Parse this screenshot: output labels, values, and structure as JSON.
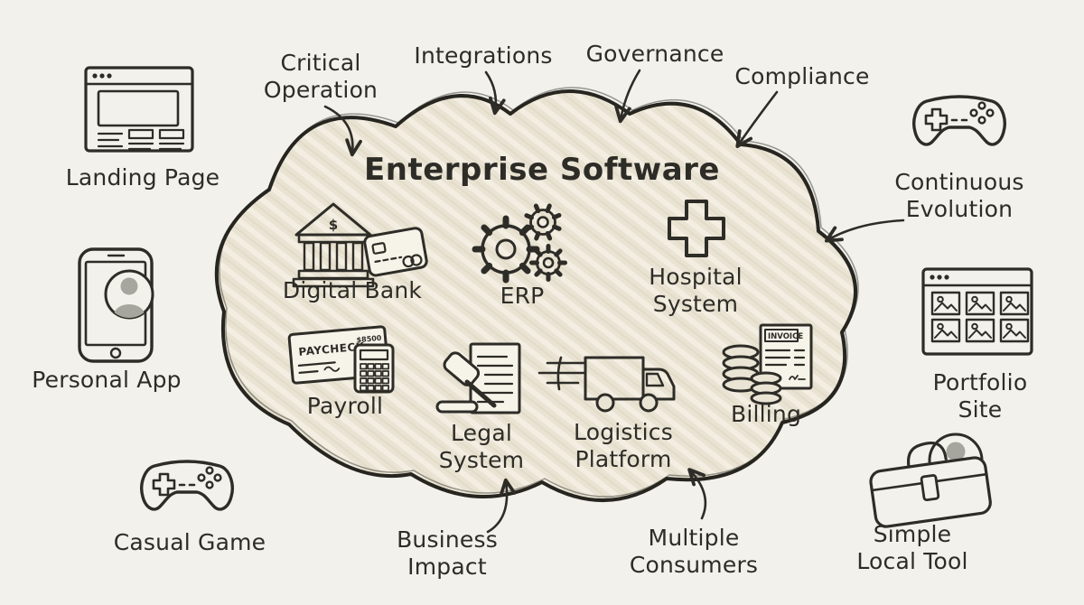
{
  "colors": {
    "background": "#f2f1ec",
    "cloud_fill": "#e9e3d3",
    "cloud_hatch_light": "#f3eee1",
    "ink": "#2d2c27",
    "avatar_gray": "#a6a59e",
    "paper": "#f6f3e9"
  },
  "cloud": {
    "title": "Enterprise Software"
  },
  "cloud_items": {
    "digital_bank": {
      "label": "Digital Bank",
      "icon": "bank-and-credit-card"
    },
    "erp": {
      "label": "ERP",
      "icon": "gears"
    },
    "hospital_system": {
      "label": "Hospital\nSystem",
      "icon": "medical-cross"
    },
    "payroll": {
      "label": "Payroll",
      "icon": "paycheck-and-calculator"
    },
    "legal_system": {
      "label": "Legal\nSystem",
      "icon": "gavel-and-document"
    },
    "logistics_platform": {
      "label": "Logistics\nPlatform",
      "icon": "delivery-truck"
    },
    "billing": {
      "label": "Billing",
      "icon": "coins-and-invoice"
    }
  },
  "annotations": {
    "critical_operation": "Critical\nOperation",
    "integrations": "Integrations",
    "governance": "Governance",
    "compliance": "Compliance",
    "continuous_evolution": "Continuous\nEvolution",
    "business_impact": "Business\nImpact",
    "multiple_consumers": "Multiple\nConsumers"
  },
  "peripherals": {
    "landing_page": {
      "label": "Landing Page",
      "icon": "browser-window"
    },
    "personal_app": {
      "label": "Personal App",
      "icon": "smartphone-with-avatar"
    },
    "casual_game": {
      "label": "Casual Game",
      "icon": "game-controller"
    },
    "portfolio_site": {
      "label": "Portfolio Site",
      "icon": "browser-image-grid"
    },
    "simple_local_tool": {
      "label": "Simple\nLocal Tool",
      "icon": "toolbox-with-avatar"
    }
  },
  "icon_texts": {
    "bank_dollar": "$",
    "paycheck_title": "PAYCHECK",
    "paycheck_amount": "$8500",
    "invoice_title": "INVOICE"
  }
}
